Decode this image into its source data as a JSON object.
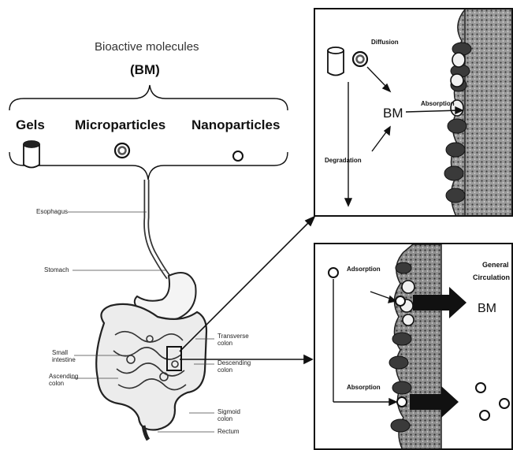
{
  "header": {
    "title_line1": "Bioactive molecules",
    "title_line2": "(BM)"
  },
  "carriers": [
    {
      "label": "Gels",
      "icon": "cylinder-icon"
    },
    {
      "label": "Microparticles",
      "icon": "double-ring-icon"
    },
    {
      "label": "Nanoparticles",
      "icon": "small-circle-icon"
    }
  ],
  "anatomy_labels": {
    "esophagus": "Esophagus",
    "stomach": "Stomach",
    "small_intestine": "Small intestine",
    "ascending_colon": "Ascending colon",
    "transverse_colon": "Transverse colon",
    "descending_colon": "Descending colon",
    "sigmoid_colon": "Sigmoid colon",
    "rectum": "Rectum"
  },
  "top_panel": {
    "diffusion": "Diffusion",
    "bm": "BM",
    "absorption": "Absorption",
    "degradation": "Degradation"
  },
  "bottom_panel": {
    "absorption_top": "Adsorption",
    "general_circulation_line1": "General",
    "general_circulation_line2": "Circulation",
    "bm": "BM",
    "absorption_bottom": "Absorption"
  },
  "colors": {
    "ink": "#111111",
    "villi_dark": "#3a3a3a",
    "villi_light": "#bdbdbd"
  }
}
